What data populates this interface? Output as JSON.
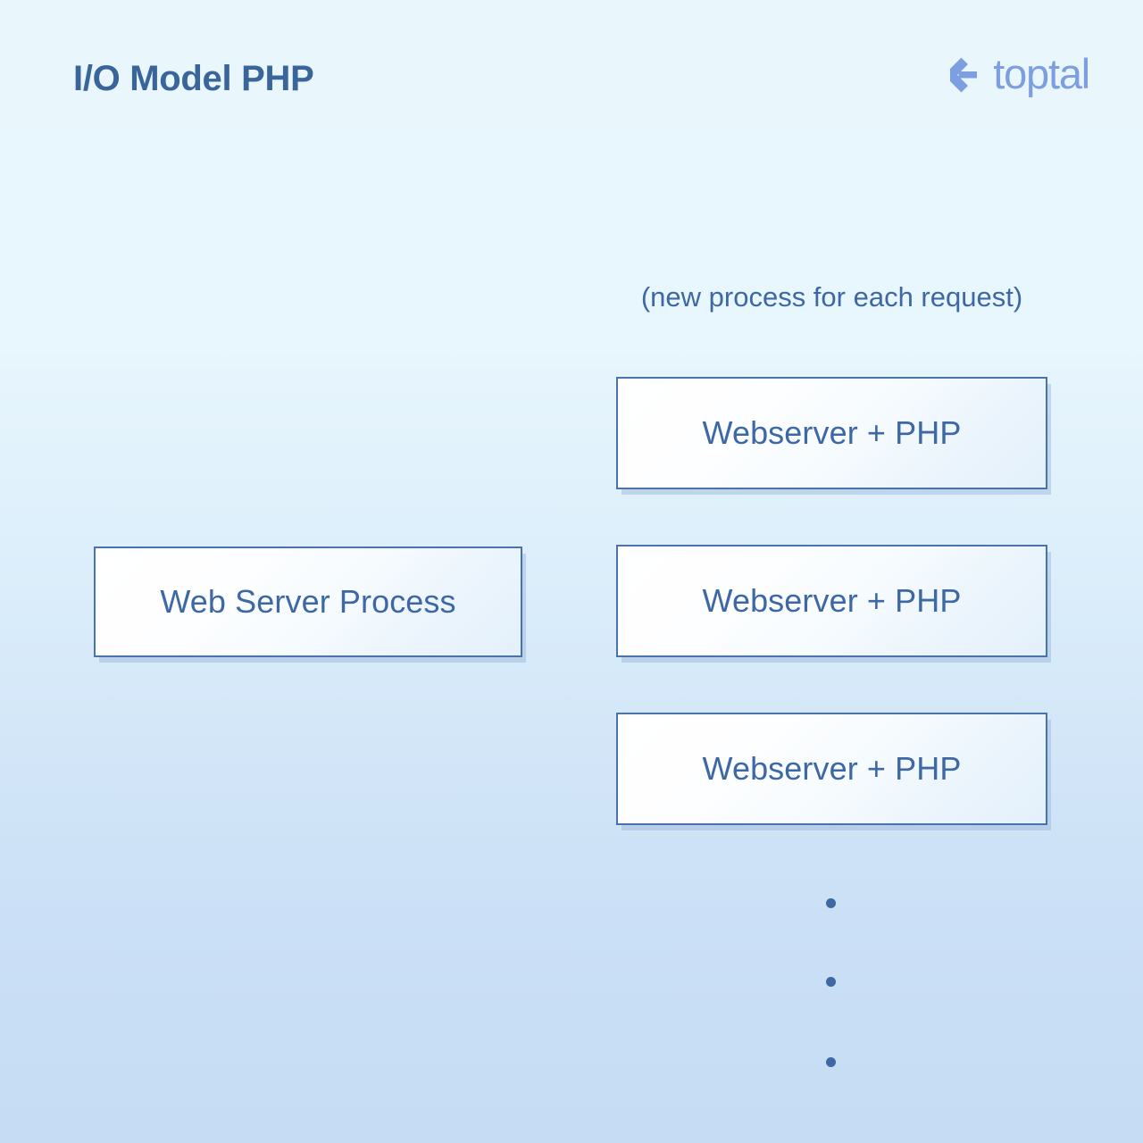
{
  "slide": {
    "title": "I/O Model PHP",
    "background_top_color": "#e9f7fd",
    "background_bottom_color": "#c5dcf4",
    "accent_color": "#3d68a5",
    "border_color": "#4a72ab"
  },
  "brand": {
    "name": "toptal",
    "mark": "toptal-chevron-icon",
    "color": "#7d9fdf"
  },
  "diagram": {
    "caption": "(new process for each request)",
    "left_column": {
      "boxes": [
        {
          "label": "Web Server Process"
        }
      ]
    },
    "right_column": {
      "boxes": [
        {
          "label": "Webserver + PHP"
        },
        {
          "label": "Webserver + PHP"
        },
        {
          "label": "Webserver + PHP"
        }
      ],
      "continuation": {
        "icon": "vertical-ellipsis-icon",
        "dots": 3
      }
    }
  }
}
